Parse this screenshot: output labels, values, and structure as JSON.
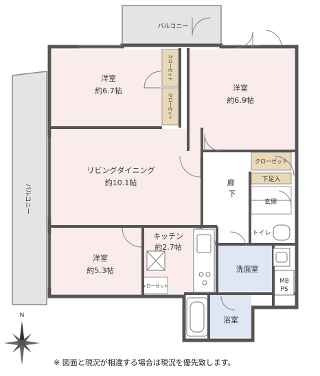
{
  "rooms": {
    "western_1": {
      "name": "洋室",
      "size": "約6.7帖"
    },
    "western_2": {
      "name": "洋室",
      "size": "約6.9帖"
    },
    "living": {
      "name": "リビングダイニング",
      "size": "約10.1帖"
    },
    "western_3": {
      "name": "洋室",
      "size": "約5.3帖"
    },
    "kitchen": {
      "name": "キッチン",
      "size": "約2.7帖"
    },
    "corridor": {
      "name": "廊下"
    },
    "washroom": {
      "name": "洗面室"
    },
    "bath": {
      "name": "浴室"
    },
    "toilet": {
      "name": "トイレ"
    },
    "entrance": {
      "name": "玄関"
    },
    "shoe_box": {
      "name": "下足入"
    },
    "mbps": {
      "line1": "MB",
      "line2": "PS"
    }
  },
  "closets": {
    "closet_1": "クローゼット",
    "closet_2": "クローゼット",
    "closet_3": "クローゼット",
    "closet_4": "クローゼット"
  },
  "balconies": {
    "top": "バルコニー",
    "left": "バルコニー"
  },
  "compass": {
    "north": "N"
  },
  "note": "※ 図面と現況が相違する場合は現況を優先致します。",
  "colors": {
    "room_fill": "#f9ecea",
    "closet_fill": "#e9d9b7",
    "wet_fill": "#dfe7f5",
    "balcony_fill": "#e4e4e4",
    "wall": "#555555"
  }
}
